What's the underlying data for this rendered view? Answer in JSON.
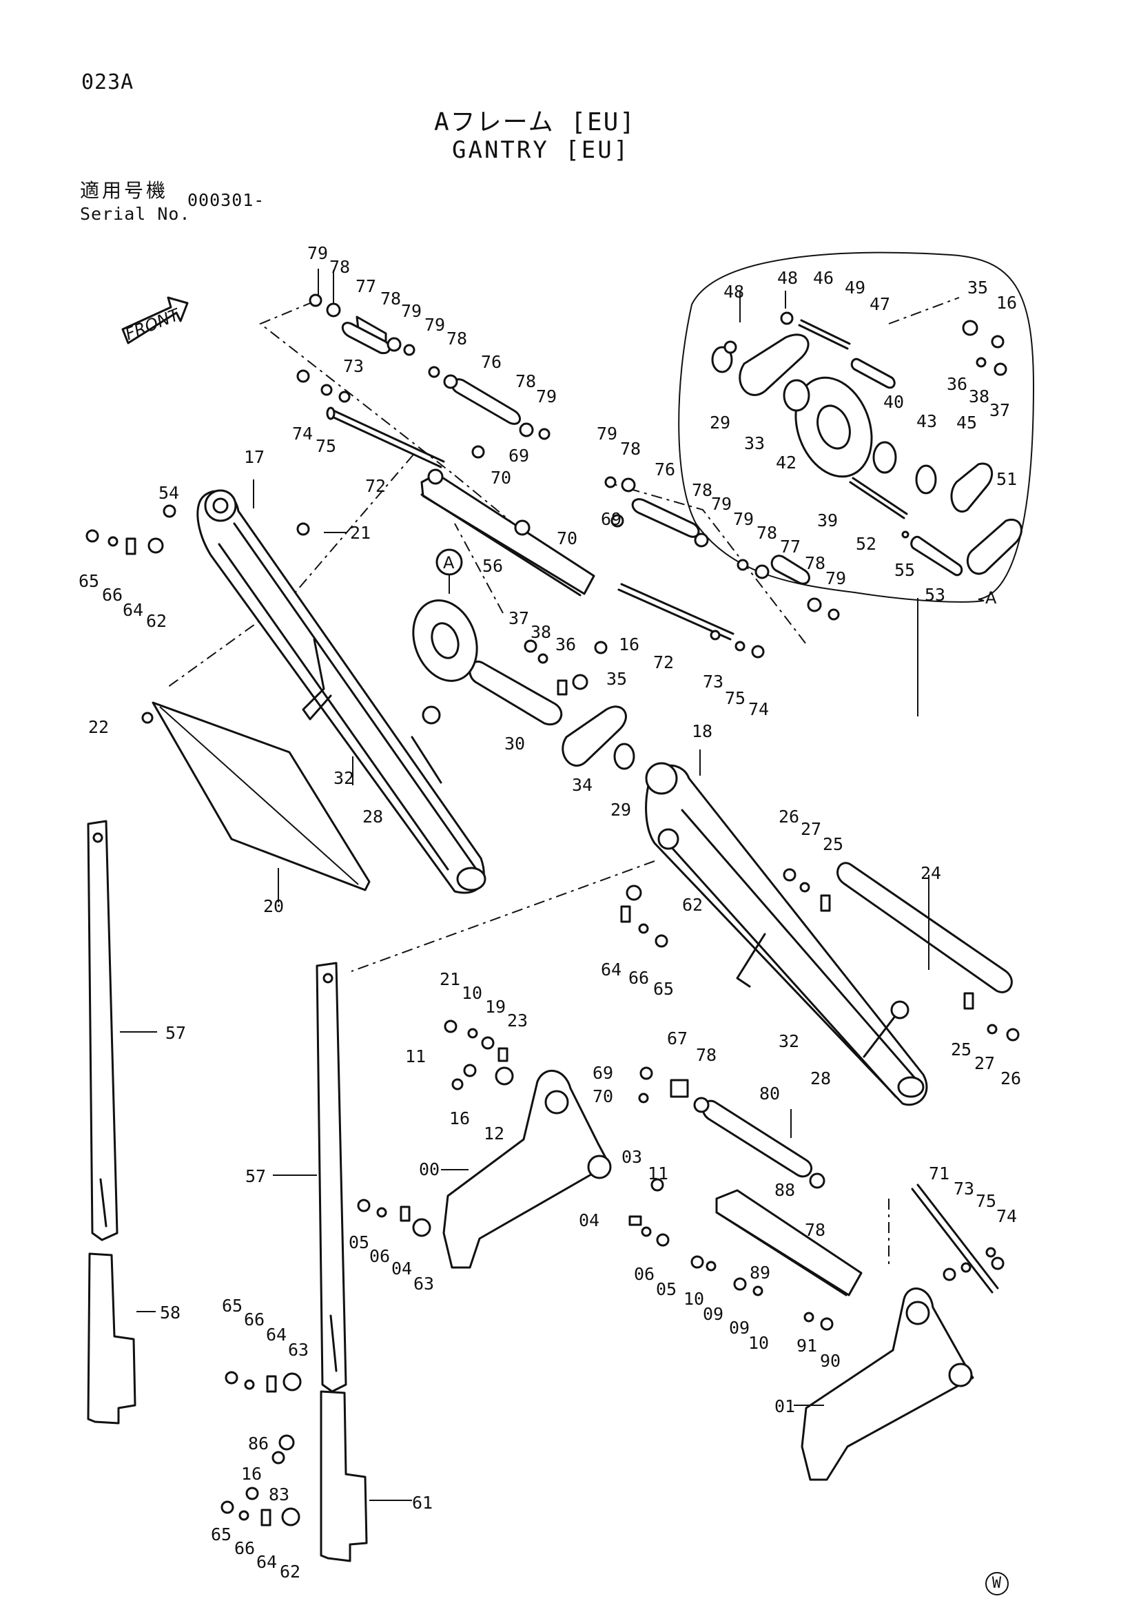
{
  "header": {
    "page_code": "023A",
    "title_ja": "Aフレーム [EU]",
    "title_en": "GANTRY [EU]",
    "serial_label_ja": "適用号機",
    "serial_label_en": "Serial No.",
    "serial_value": "000301-"
  },
  "front_arrow_label": "FRONT",
  "detail_marker": "A",
  "footer_mark": "W",
  "part_numbers": [
    "79",
    "78",
    "77",
    "78",
    "79",
    "79",
    "78",
    "76",
    "78",
    "79",
    "73",
    "74",
    "75",
    "72",
    "69",
    "70",
    "17",
    "54",
    "21",
    "65",
    "66",
    "64",
    "62",
    "22",
    "20",
    "57",
    "57",
    "58",
    "48",
    "48",
    "46",
    "49",
    "47",
    "35",
    "16",
    "29",
    "33",
    "42",
    "39",
    "40",
    "43",
    "45",
    "36",
    "38",
    "37",
    "51",
    "52",
    "55",
    "53",
    "A",
    "79",
    "78",
    "76",
    "78",
    "79",
    "79",
    "78",
    "77",
    "78",
    "79",
    "69",
    "70",
    "56",
    "37",
    "38",
    "36",
    "16",
    "35",
    "72",
    "73",
    "75",
    "74",
    "30",
    "34",
    "29",
    "32",
    "28",
    "18",
    "26",
    "27",
    "25",
    "24",
    "62",
    "64",
    "66",
    "65",
    "21",
    "10",
    "19",
    "23",
    "11",
    "16",
    "12",
    "67",
    "69",
    "70",
    "78",
    "80",
    "00",
    "03",
    "11",
    "05",
    "06",
    "04",
    "63",
    "04",
    "06",
    "05",
    "88",
    "89",
    "10",
    "09",
    "09",
    "10",
    "78",
    "71",
    "73",
    "75",
    "74",
    "91",
    "90",
    "01",
    "65",
    "66",
    "64",
    "63",
    "86",
    "16",
    "83",
    "65",
    "66",
    "64",
    "62",
    "61",
    "32",
    "28",
    "25",
    "27",
    "26"
  ]
}
